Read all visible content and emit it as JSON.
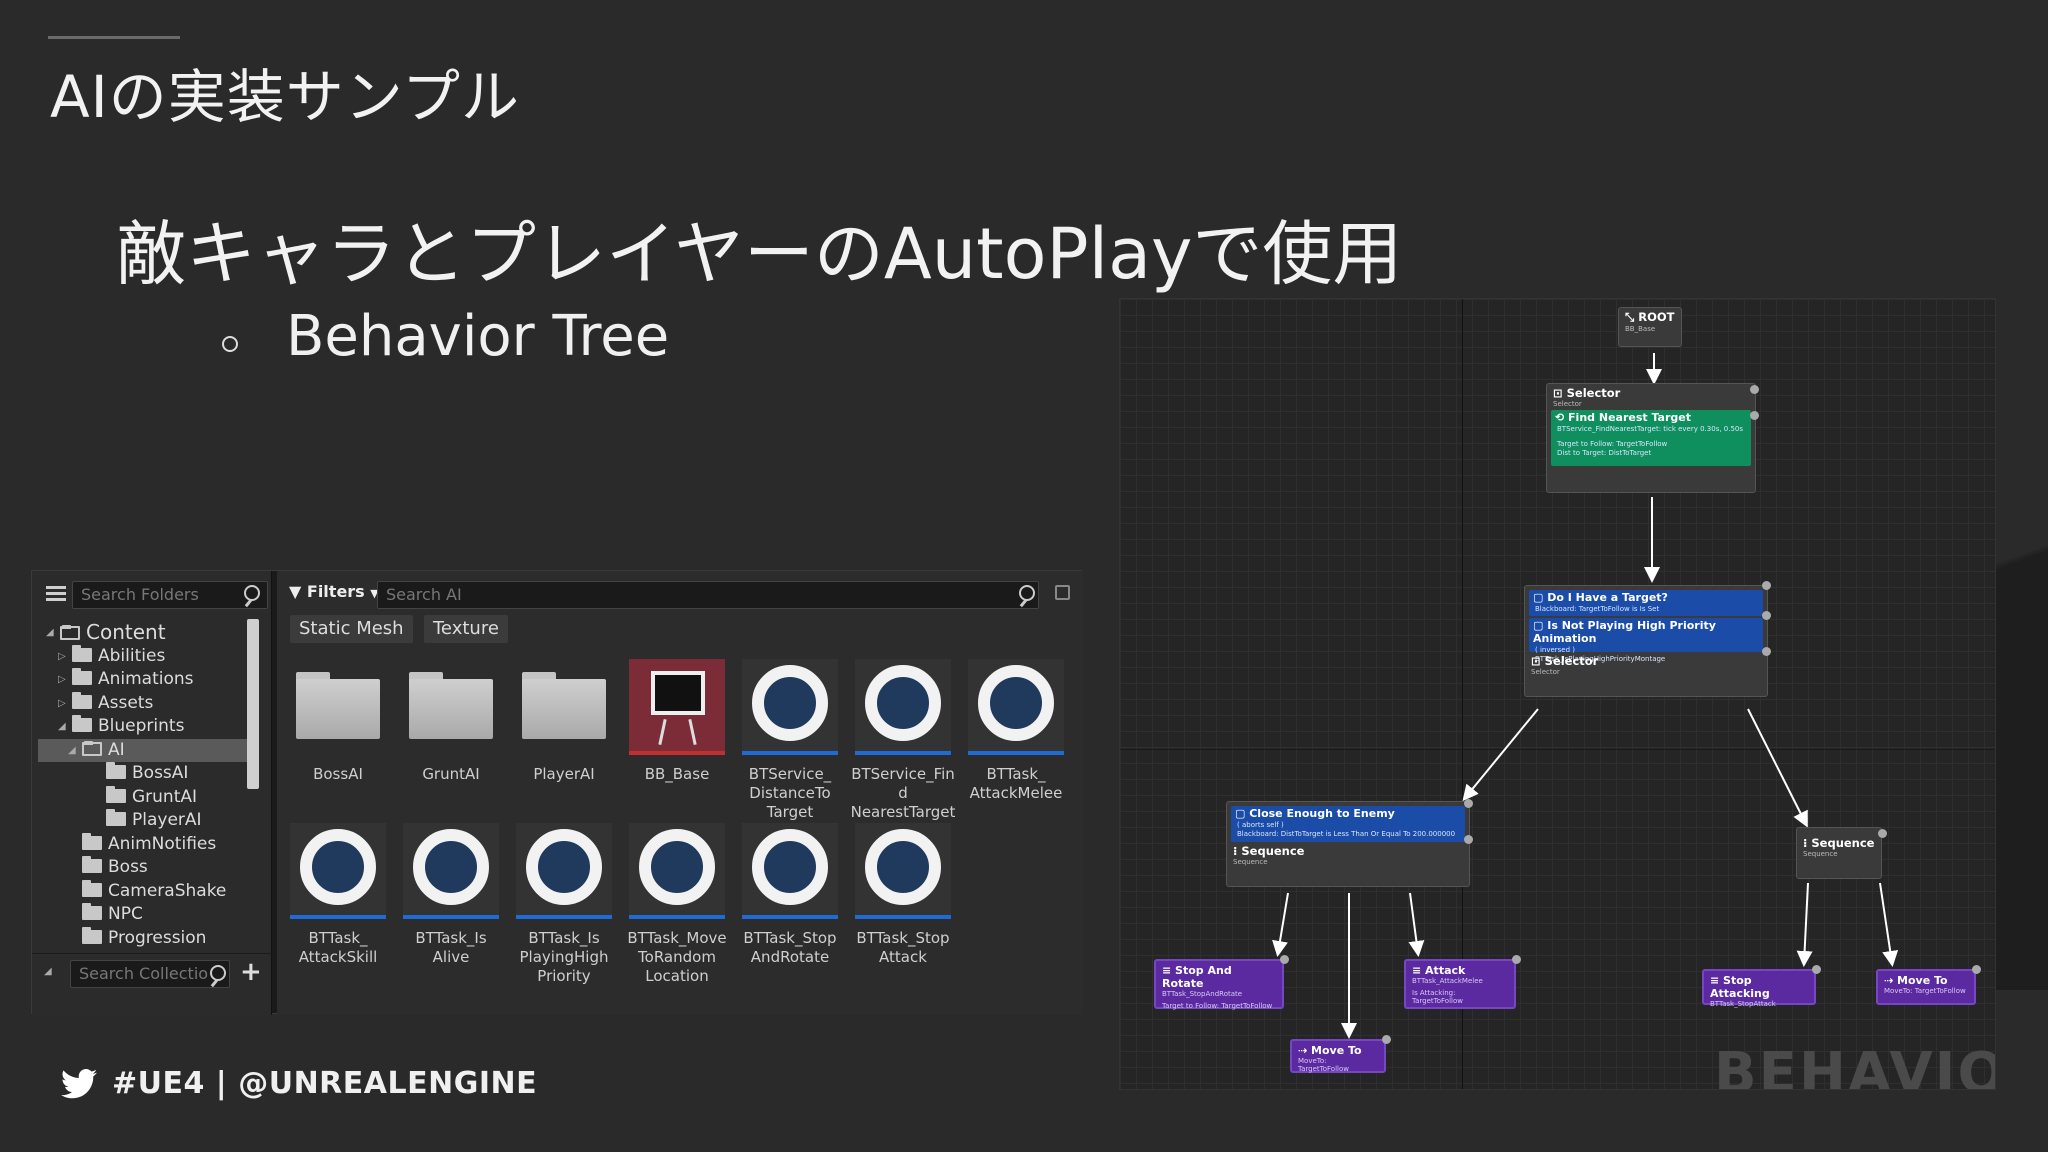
{
  "slide": {
    "title": "AIの実装サンプル",
    "subtitle": "敵キャラとプレイヤーのAutoPlayで使用",
    "bullet": "Behavior Tree",
    "footer": "#UE4 | @UNREALENGINE"
  },
  "content_browser": {
    "search_folders_placeholder": "Search Folders",
    "search_collections_placeholder": "Search Collectio",
    "filters_label": "Filters",
    "search_assets_placeholder": "Search AI",
    "filter_chips": [
      "Static Mesh",
      "Texture"
    ],
    "folder_tree": [
      {
        "label": "Content",
        "depth": 0,
        "expanded": true
      },
      {
        "label": "Abilities",
        "depth": 1,
        "expanded": false
      },
      {
        "label": "Animations",
        "depth": 1,
        "expanded": false
      },
      {
        "label": "Assets",
        "depth": 1,
        "expanded": false
      },
      {
        "label": "Blueprints",
        "depth": 1,
        "expanded": true
      },
      {
        "label": "AI",
        "depth": 2,
        "expanded": true,
        "selected": true
      },
      {
        "label": "BossAI",
        "depth": 3
      },
      {
        "label": "GruntAI",
        "depth": 3
      },
      {
        "label": "PlayerAI",
        "depth": 3
      },
      {
        "label": "AnimNotifies",
        "depth": 2
      },
      {
        "label": "Boss",
        "depth": 2
      },
      {
        "label": "CameraShake",
        "depth": 2
      },
      {
        "label": "NPC",
        "depth": 2
      },
      {
        "label": "Progression",
        "depth": 2
      }
    ],
    "assets": [
      {
        "label": "BossAI",
        "kind": "folder"
      },
      {
        "label": "GruntAI",
        "kind": "folder"
      },
      {
        "label": "PlayerAI",
        "kind": "folder"
      },
      {
        "label": "BB_Base",
        "kind": "blackboard"
      },
      {
        "label": "BTService_ DistanceTo Target",
        "kind": "bt"
      },
      {
        "label": "BTService_Find NearestTarget",
        "kind": "bt"
      },
      {
        "label": "BTTask_ AttackMelee",
        "kind": "bt"
      },
      {
        "label": "BTTask_ AttackSkill",
        "kind": "bt"
      },
      {
        "label": "BTTask_Is Alive",
        "kind": "bt"
      },
      {
        "label": "BTTask_Is PlayingHigh Priority",
        "kind": "bt"
      },
      {
        "label": "BTTask_Move ToRandom Location",
        "kind": "bt"
      },
      {
        "label": "BTTask_Stop AndRotate",
        "kind": "bt"
      },
      {
        "label": "BTTask_Stop Attack",
        "kind": "bt"
      }
    ]
  },
  "behavior_tree": {
    "watermark": "BEHAVIOR T",
    "root": {
      "title": "ROOT",
      "sub": "BB_Base"
    },
    "selector1": {
      "title": "Selector",
      "sub": "Selector",
      "service_title": "Find Nearest Target",
      "service_sub": "BTService_FindNearestTarget: tick every 0.30s, 0.50s",
      "service_detail1": "Target to Follow: TargetToFollow",
      "service_detail2": "Dist to Target: DistToTarget"
    },
    "selector2": {
      "deco1_title": "Do I Have a Target?",
      "deco1_sub": "Blackboard: TargetToFollow is Is Set",
      "deco2_title": "Is Not Playing High Priority Animation",
      "deco2_sub1": "( inversed )",
      "deco2_sub2": "BTTask_IsPlayingHighPriorityMontage",
      "title": "Selector",
      "sub": "Selector"
    },
    "sequence1": {
      "deco_title": "Close Enough to Enemy",
      "deco_sub1": "( aborts self )",
      "deco_sub2": "Blackboard: DistToTarget is Less Than Or Equal To 200.000000",
      "title": "Sequence",
      "sub": "Sequence"
    },
    "sequence2": {
      "title": "Sequence",
      "sub": "Sequence"
    },
    "tasks": {
      "stop_and_rotate": {
        "title": "Stop And Rotate",
        "sub1": "BTTask_StopAndRotate",
        "sub2": "Target to Follow: TargetToFollow"
      },
      "move_to_1": {
        "title": "Move To",
        "sub": "MoveTo: TargetToFollow"
      },
      "attack": {
        "title": "Attack",
        "sub1": "BTTask_AttackMelee",
        "sub2": "Is Attacking: TargetToFollow"
      },
      "stop_attacking": {
        "title": "Stop Attacking",
        "sub": "BTTask_StopAttack"
      },
      "move_to_2": {
        "title": "Move To",
        "sub": "MoveTo: TargetToFollow"
      }
    }
  }
}
